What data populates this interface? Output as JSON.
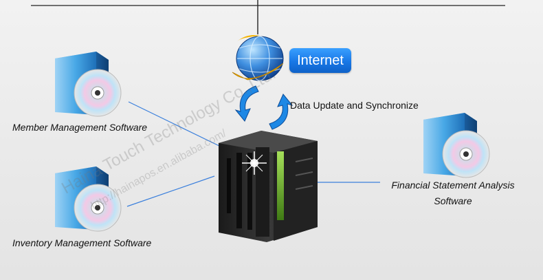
{
  "internet": {
    "label": "Internet"
  },
  "sync": {
    "label": "Data Update and Synchronize"
  },
  "nodes": {
    "member": {
      "label": "Member Management Software"
    },
    "inventory": {
      "label": "Inventory Management Software"
    },
    "financial": {
      "line1": "Financial Statement Analysis",
      "line2": "Software"
    }
  },
  "watermarks": {
    "company": "Haina Touch Technology Co.,Ltd.",
    "url": "http://hainapos.en.alibaba.com/"
  },
  "colors": {
    "connector": "#3a7fdc",
    "internet_badge": "#1877e6",
    "sync_arrows": "#1e88e5",
    "server_body": "#2b2b2b",
    "server_accent": "#7bc043"
  },
  "icons": {
    "internet": "globe-icon",
    "sync": "sync-arrows-icon",
    "software": "software-box-icon",
    "server": "server-icon"
  }
}
